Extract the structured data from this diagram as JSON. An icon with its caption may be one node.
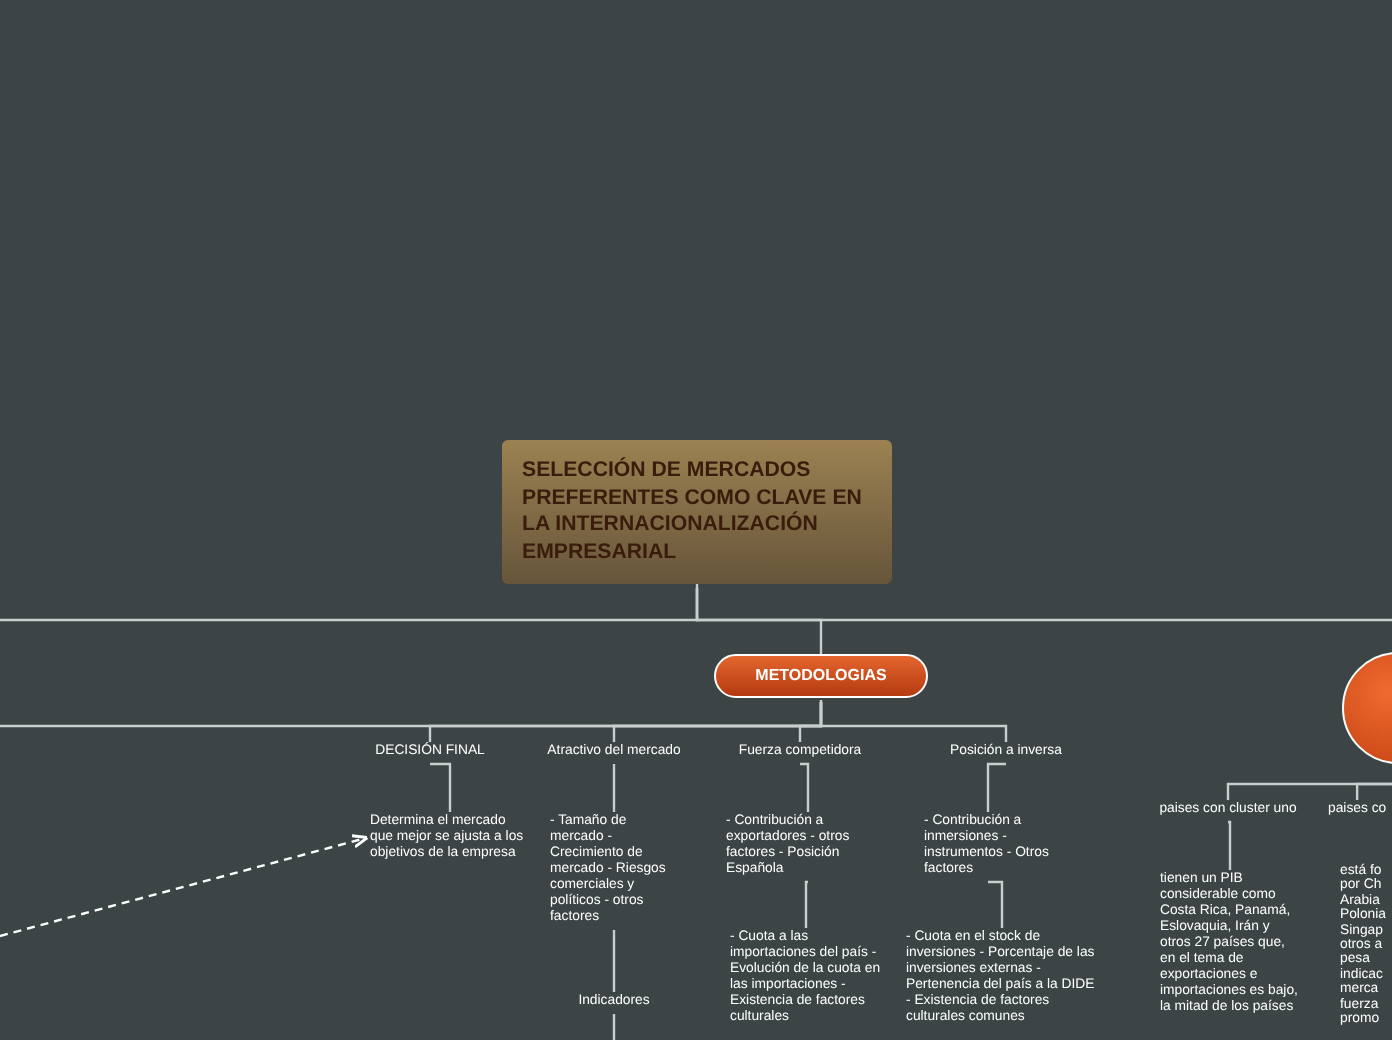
{
  "diagram": {
    "nodes": [
      {
        "text": [
          "SELECCIÓN DE MERCADOS PREFERENTES COMO CLAVE EN LA INTERNACIONALIZACIÓN EMPRESARIAL"
        ]
      },
      {
        "text": [
          "METODOLOGIAS"
        ]
      },
      {
        "text": [
          "DECISIÓN FINAL"
        ]
      },
      {
        "text": [
          "Atractivo del mercado"
        ]
      },
      {
        "text": [
          "Fuerza competidora"
        ]
      },
      {
        "text": [
          "Posición a inversa"
        ]
      },
      {
        "text": [
          "Determina el mercado que mejor se ajusta a los objetivos de la empresa"
        ]
      },
      {
        "text": [
          "- Tamaño de mercado - Crecimiento de mercado - Riesgos comerciales y políticos - otros factores"
        ]
      },
      {
        "text": [
          "Indicadores"
        ]
      },
      {
        "text": [
          "- Contribución a exportadores - otros factores - Posición Española"
        ]
      },
      {
        "text": [
          "- Cuota a las importaciones del país - Evolución de la cuota en las importaciones - Existencia de factores culturales"
        ]
      },
      {
        "text": [
          "- Contribución a inmersiones - instrumentos - Otros factores"
        ]
      },
      {
        "text": [
          "- Cuota en el stock de inversiones - Porcentaje de las inversiones externas - Pertenencia del país a la DIDE - Existencia de factores culturales comunes"
        ]
      },
      {
        "text": [],
        "shape": "circle"
      },
      {
        "text": [
          "paises con cluster uno"
        ]
      },
      {
        "text": [
          "paises co"
        ]
      },
      {
        "text": [
          "tienen un PIB considerable como Costa Rica, Panamá, Eslovaquia, Irán y otros 27 países que, en el tema de exportaciones e importaciones es bajo, la mitad de los países"
        ]
      },
      {
        "text": [
          "está fo por Ch Arabia Polonia Singap otros a pesa indicac merca fuerza promo"
        ]
      }
    ],
    "edges": [
      {
        "from": 0,
        "to": 1,
        "arrow": "none"
      },
      {
        "from": 0,
        "to": null,
        "arrow": "none"
      },
      {
        "from": 0,
        "to": 13,
        "arrow": "none"
      },
      {
        "from": 1,
        "to": 2,
        "arrow": "none"
      },
      {
        "from": 1,
        "to": 3,
        "arrow": "none"
      },
      {
        "from": 1,
        "to": 4,
        "arrow": "none"
      },
      {
        "from": 1,
        "to": 5,
        "arrow": "none"
      },
      {
        "from": 1,
        "to": null,
        "arrow": "none"
      },
      {
        "from": 2,
        "to": 6,
        "arrow": "none"
      },
      {
        "from": 3,
        "to": 7,
        "arrow": "none"
      },
      {
        "from": 7,
        "to": 8,
        "arrow": "none"
      },
      {
        "from": 8,
        "to": null,
        "arrow": "none"
      },
      {
        "from": 4,
        "to": 9,
        "arrow": "none"
      },
      {
        "from": 9,
        "to": 10,
        "arrow": "none"
      },
      {
        "from": 5,
        "to": 11,
        "arrow": "none"
      },
      {
        "from": 11,
        "to": 12,
        "arrow": "none"
      },
      {
        "from": null,
        "to": 6,
        "arrow": "to",
        "style": "dashed"
      },
      {
        "from": 13,
        "to": 14,
        "arrow": "none"
      },
      {
        "from": 13,
        "to": 15,
        "arrow": "none"
      },
      {
        "from": 14,
        "to": 16,
        "arrow": "none"
      }
    ]
  }
}
